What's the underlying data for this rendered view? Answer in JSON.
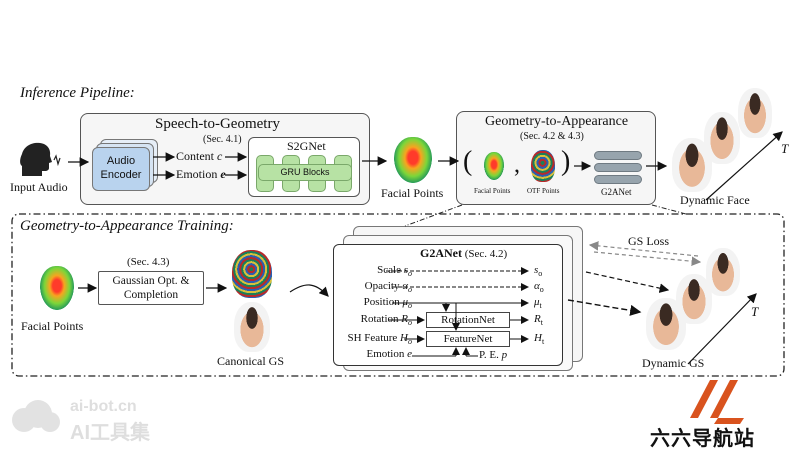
{
  "inference": {
    "title": "Inference Pipeline:",
    "input_audio_label": "Input Audio",
    "s2g": {
      "title": "Speech-to-Geometry",
      "sec": "(Sec. 4.1)",
      "audio_encoder": [
        "Audio",
        "Encoder"
      ],
      "content_label": "Content ",
      "content_sym": "c",
      "emotion_label": "Emotion ",
      "emotion_sym": "e",
      "s2gnet": "S2GNet",
      "gru": "GRU Blocks"
    },
    "facial_points_label": "Facial Points",
    "g2a": {
      "title": "Geometry-to-Appearance",
      "sec": "(Sec. 4.2 & 4.3)",
      "paren_open": "(",
      "comma": ",",
      "paren_close": ")",
      "facial_points_small": "Facial Points",
      "otf_points": "OTF Points",
      "g2anet": "G2ANet"
    },
    "dynamic_face_label": "Dynamic Face",
    "time_label": "T"
  },
  "training": {
    "title": "Geometry-to-Appearance Training:",
    "facial_points_label": "Facial Points",
    "sec43": "(Sec. 4.3)",
    "gaussian_opt": [
      "Gaussian Opt. &",
      "Completion"
    ],
    "canonical_gs": "Canonical GS",
    "g2anet_title": "G2ANet",
    "g2anet_sec": " (Sec. 4.2)",
    "rows": [
      {
        "label": "Scale ",
        "in": "s",
        "in_sub": "o",
        "out": "s",
        "out_sub": "o"
      },
      {
        "label": "Opacity ",
        "in": "α",
        "in_sub": "o",
        "out": "α",
        "out_sub": "o"
      },
      {
        "label": "Position ",
        "in": "μ",
        "in_sub": "o",
        "out": "μ",
        "out_sub": "t"
      },
      {
        "label": "Rotation ",
        "in": "R",
        "in_sub": "o",
        "out": "R",
        "out_sub": "t"
      },
      {
        "label": "SH Feature ",
        "in": "H",
        "in_sub": "o",
        "out": "H",
        "out_sub": "t"
      },
      {
        "label": "Emotion ",
        "in": "e",
        "in_sub": "",
        "out": "",
        "out_sub": ""
      }
    ],
    "rotationnet": "RotationNet",
    "featurenet": "FeatureNet",
    "pe_label": "P. E. ",
    "pe_sym": "p",
    "gs_loss": "GS Loss",
    "dynamic_gs": "Dynamic GS",
    "time_label": "T"
  },
  "watermark": {
    "site": "ai-bot.cn",
    "name": "AI工具集",
    "logo_text": "六六导航站"
  },
  "colors": {
    "audio_encoder": "#b9d3ee",
    "gru": "#b7e2a4",
    "g2anet_slab": "#97a4ad",
    "logo_accent": "#d9531e"
  }
}
